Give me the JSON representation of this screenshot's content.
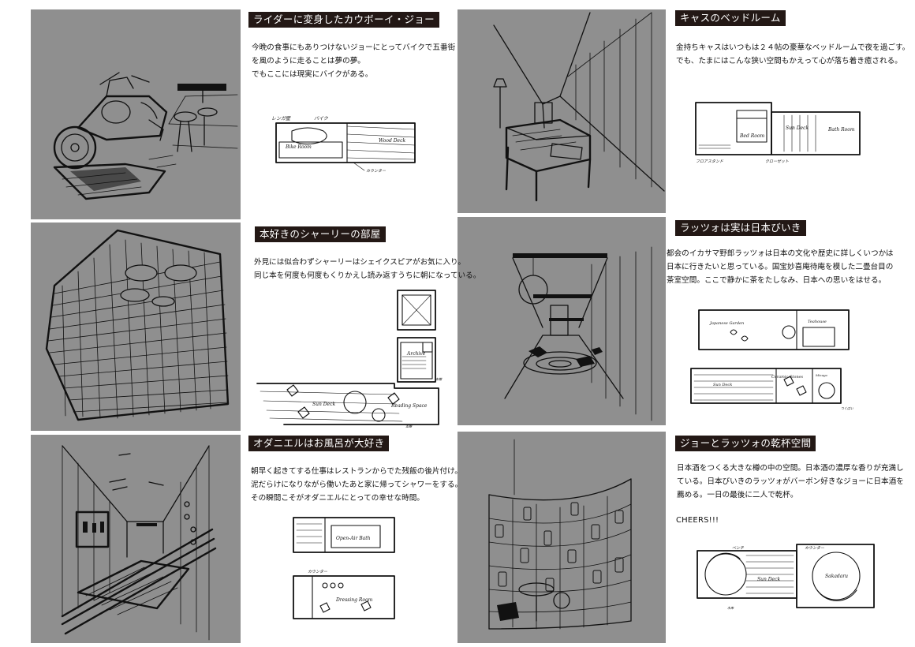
{
  "colors": {
    "sketch_bg": "#8f8f8f",
    "title_bg": "#231815",
    "title_text": "#ffffff"
  },
  "sections": [
    {
      "title": "ライダーに変身したカウボーイ・ジョー",
      "lines": [
        "今晩の食事にもありつけないジョーにとってバイクで五番街",
        "を風のように走ることは夢の夢。",
        "でもここには現実にバイクがある。"
      ],
      "plan_labels": [
        "レンガ壁",
        "バイク",
        "Bike Room",
        "Wood Deck",
        "カウンター"
      ]
    },
    {
      "title": "キャスのベッドルーム",
      "lines": [
        "金持ちキャスはいつもは２４帖の豪華なベッドルームで夜を過ごす。",
        "でも、たまにはこんな狭い空間もかえって心が落ち着き癒される。"
      ],
      "plan_labels": [
        "Bed Room",
        "Sun Deck",
        "Bath Room",
        "フロアスタンド",
        "クローゼット"
      ]
    },
    {
      "title": "本好きのシャーリーの部屋",
      "lines": [
        "外見には似合わずシャーリーはシェイクスピアがお気に入り。",
        "同じ本を何度も何度もくりかえし読み返すうちに朝になっている。"
      ],
      "plan_labels": [
        "Archive",
        "本棚",
        "Sun Deck",
        "Reading Space",
        "本棚"
      ]
    },
    {
      "title": "ラッツォは実は日本びいき",
      "lines": [
        "都会のイカサマ野郎ラッツォは日本の文化や歴史に詳しくいつかは",
        "日本に行きたいと思っている。国宝妙喜庵待庵を模した二畳台目の",
        "茶室空間。ここで静かに茶をたしなみ、日本への思いをはせる。"
      ],
      "plan_labels": [
        "Japanese Garden",
        "Teahouse",
        "Sun Deck",
        "Ceramic Stones",
        "Mizuya",
        "つくばい"
      ]
    },
    {
      "title": "オダニエルはお風呂が大好き",
      "lines": [
        "朝早く起きてする仕事はレストランからでた残飯の後片付け。",
        "泥だらけになりながら働いたあと家に帰ってシャワーをする。",
        "その瞬間こそがオダニエルにとっての幸せな時間。"
      ],
      "plan_labels": [
        "Open-Air Bath",
        "カウンター",
        "Dressing Room"
      ]
    },
    {
      "title": "ジョーとラッツォの乾杯空間",
      "lines": [
        "日本酒をつくる大きな樽の中の空間。日本酒の濃厚な香りが充満し",
        "ている。日本びいきのラッツォがバーボン好きなジョーに日本酒を",
        "薦める。一日の最後に二人で乾杯。"
      ],
      "extra": "CHEERS!!!",
      "plan_labels": [
        "ベンチ",
        "カウンター",
        "Sun Deck",
        "Sakadaru",
        "木床"
      ]
    }
  ]
}
